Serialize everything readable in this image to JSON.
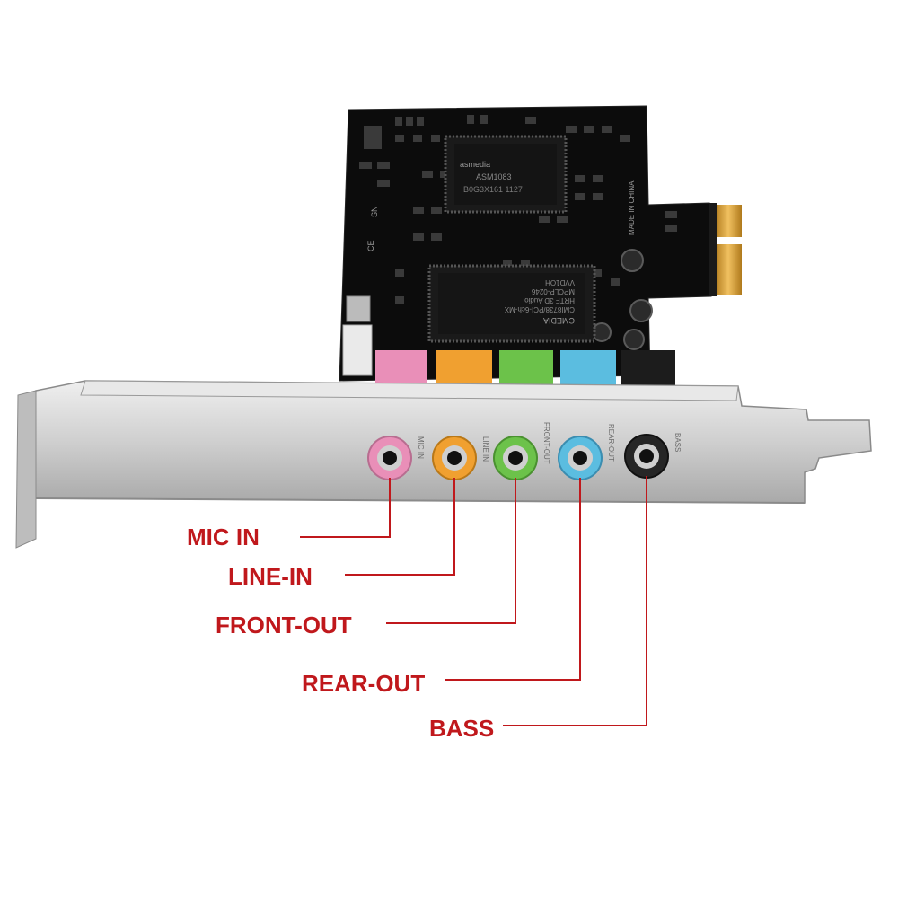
{
  "colors": {
    "pcb": "#0b0b0b",
    "gold": "#d9a23a",
    "bracket": "#cfcfcf",
    "bracket_dark": "#9a9a9a",
    "callout": "#c0181c",
    "jack_pink": "#e98fb8",
    "jack_orange": "#f0a030",
    "jack_green": "#6cc24a",
    "jack_blue": "#5bbde0",
    "jack_black": "#262626"
  },
  "board": {
    "chip1_brand": "asmedia",
    "chip1_model": "ASM1083",
    "chip1_code": "B0G3X161 1127",
    "chip2_brand": "CMEDIA",
    "chip2_line1": "CMI8738/PCI-6ch-MX",
    "chip2_line2": "HRTF 3D Audio",
    "chip2_line3": "MPCLP-0246",
    "chip2_line4": "VVD1OH",
    "made_in": "MADE IN CHINA",
    "marks_ce": "CE",
    "marks_sn": "SN"
  },
  "bracket_labels": {
    "mic": "MIC IN",
    "line": "LINE IN",
    "front": "FRONT-OUT",
    "rear": "REAR-OUT",
    "bass": "BASS"
  },
  "ports": [
    {
      "label": "MIC IN",
      "color": "pink"
    },
    {
      "label": "LINE-IN",
      "color": "orange"
    },
    {
      "label": "FRONT-OUT",
      "color": "green"
    },
    {
      "label": "REAR-OUT",
      "color": "blue"
    },
    {
      "label": "BASS",
      "color": "black"
    }
  ]
}
